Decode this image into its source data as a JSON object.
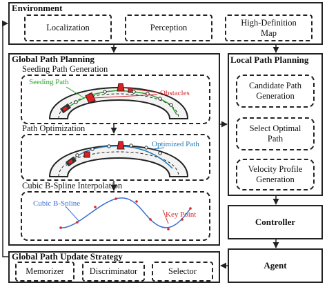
{
  "environment": {
    "title": "Environment",
    "items": [
      "Localization",
      "Perception",
      "High-Definition\nMap"
    ]
  },
  "global_planning": {
    "title": "Global Path Planning",
    "seeding": {
      "title": "Seeding Path Generation",
      "path_label": "Seeding Path",
      "obstacle_label": "Obstacles"
    },
    "optimization": {
      "title": "Path Optimization",
      "path_label": "Optimized Path"
    },
    "spline": {
      "title": "Cubic B-Spline Interpolation",
      "path_label": "Cubic B-Spline",
      "keypoint_label": "Key Point"
    }
  },
  "local_planning": {
    "title": "Local Path Planning",
    "items": [
      "Candidate Path\nGeneration",
      "Select Optimal\nPath",
      "Velocity Profile\nGeneration"
    ]
  },
  "controller": {
    "label": "Controller"
  },
  "agent": {
    "label": "Agent"
  },
  "update_strategy": {
    "title": "Global Path Update Strategy",
    "items": [
      "Memorizer",
      "Discriminator",
      "Selector"
    ]
  },
  "colors": {
    "seeding_path": "#2aa02a",
    "obstacle_label": "#d62728",
    "optimized_path": "#1f77b4",
    "spline_path": "#3b6fd4",
    "key_point": "#d62728",
    "obstacle_fill": "#e02020"
  }
}
